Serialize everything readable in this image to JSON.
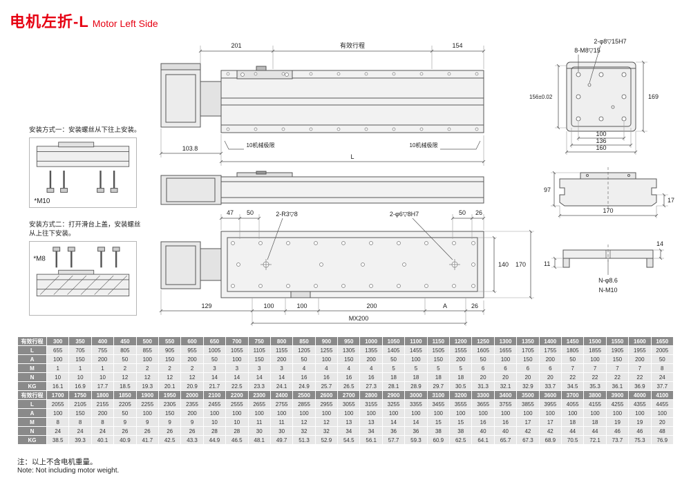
{
  "page": {
    "title_zh": "电机左折-L",
    "title_en": "Motor Left Side",
    "note_zh": "注：以上不含电机重量。",
    "note_en": "Note: Not including motor weight."
  },
  "colors": {
    "accent_red": "#e60012",
    "table_header_bg": "#8a8a8a",
    "table_cell_bg": "#e7e7e7"
  },
  "install": {
    "method1_text": "安装方式一：安装螺丝从下往上安装。",
    "method1_screw": "*M10",
    "method2_text": "安装方式二：打开滑台上盖，安装螺丝从上往下安装。",
    "method2_screw": "*M8"
  },
  "top_view": {
    "dim_201": "201",
    "dim_stroke": "有效行程",
    "dim_154": "154",
    "dim_103_8": "103.8",
    "mech_limit_left": "10机械极限",
    "mech_limit_right": "10机械极限",
    "dim_L": "L"
  },
  "plan_view": {
    "dim_47": "47",
    "dim_50_left": "50",
    "label_r3": "2-R3▽8",
    "label_phi6": "2-φ6▽8H7",
    "dim_50_right": "50",
    "dim_26_top": "26",
    "dim_140": "140",
    "dim_170": "170",
    "dim_129": "129",
    "dim_100_a": "100",
    "dim_100_b": "100",
    "dim_200": "200",
    "dim_A": "A",
    "dim_26_bottom": "26",
    "dim_mx200": "MX200"
  },
  "end_view": {
    "label_phi8": "2-φ8▽15H7",
    "label_m8": "8-M8▽15",
    "dim_156": "156±0.02",
    "dim_169": "169",
    "dim_100": "100",
    "dim_136": "136",
    "dim_160": "160"
  },
  "section_view": {
    "dim_97": "97",
    "dim_17": "17",
    "dim_170": "170"
  },
  "base_view": {
    "dim_14": "14",
    "dim_11": "11",
    "label_n86": "N-φ8.6",
    "label_nm10": "N-M10"
  },
  "table": {
    "blocks": [
      {
        "rows": [
          {
            "label": "有效行程",
            "header": true,
            "values": [
              "300",
              "350",
              "400",
              "450",
              "500",
              "550",
              "600",
              "650",
              "700",
              "750",
              "800",
              "850",
              "900",
              "950",
              "1000",
              "1050",
              "1100",
              "1150",
              "1200",
              "1250",
              "1300",
              "1350",
              "1400",
              "1450",
              "1500",
              "1550",
              "1600",
              "1650"
            ]
          },
          {
            "label": "L",
            "values": [
              "655",
              "705",
              "755",
              "805",
              "855",
              "905",
              "955",
              "1005",
              "1055",
              "1105",
              "1155",
              "1205",
              "1255",
              "1305",
              "1355",
              "1405",
              "1455",
              "1505",
              "1555",
              "1605",
              "1655",
              "1705",
              "1755",
              "1805",
              "1855",
              "1905",
              "1955",
              "2005"
            ]
          },
          {
            "label": "A",
            "values": [
              "100",
              "150",
              "200",
              "50",
              "100",
              "150",
              "200",
              "50",
              "100",
              "150",
              "200",
              "50",
              "100",
              "150",
              "200",
              "50",
              "100",
              "150",
              "200",
              "50",
              "100",
              "150",
              "200",
              "50",
              "100",
              "150",
              "200",
              "50"
            ]
          },
          {
            "label": "M",
            "values": [
              "1",
              "1",
              "1",
              "2",
              "2",
              "2",
              "2",
              "3",
              "3",
              "3",
              "3",
              "4",
              "4",
              "4",
              "4",
              "5",
              "5",
              "5",
              "5",
              "6",
              "6",
              "6",
              "6",
              "7",
              "7",
              "7",
              "7",
              "8"
            ]
          },
          {
            "label": "N",
            "values": [
              "10",
              "10",
              "10",
              "12",
              "12",
              "12",
              "12",
              "14",
              "14",
              "14",
              "14",
              "16",
              "16",
              "16",
              "16",
              "18",
              "18",
              "18",
              "18",
              "20",
              "20",
              "20",
              "20",
              "22",
              "22",
              "22",
              "22",
              "24"
            ]
          },
          {
            "label": "KG",
            "values": [
              "16.1",
              "16.9",
              "17.7",
              "18.5",
              "19.3",
              "20.1",
              "20.9",
              "21.7",
              "22.5",
              "23.3",
              "24.1",
              "24.9",
              "25.7",
              "26.5",
              "27.3",
              "28.1",
              "28.9",
              "29.7",
              "30.5",
              "31.3",
              "32.1",
              "32.9",
              "33.7",
              "34.5",
              "35.3",
              "36.1",
              "36.9",
              "37.7"
            ]
          }
        ]
      },
      {
        "rows": [
          {
            "label": "有效行程",
            "header": true,
            "values": [
              "1700",
              "1750",
              "1800",
              "1850",
              "1900",
              "1950",
              "2000",
              "2100",
              "2200",
              "2300",
              "2400",
              "2500",
              "2600",
              "2700",
              "2800",
              "2900",
              "3000",
              "3100",
              "3200",
              "3300",
              "3400",
              "3500",
              "3600",
              "3700",
              "3800",
              "3900",
              "4000",
              "4100"
            ]
          },
          {
            "label": "L",
            "values": [
              "2055",
              "2105",
              "2155",
              "2205",
              "2255",
              "2305",
              "2355",
              "2455",
              "2555",
              "2655",
              "2755",
              "2855",
              "2955",
              "3055",
              "3155",
              "3255",
              "3355",
              "3455",
              "3555",
              "3655",
              "3755",
              "3855",
              "3955",
              "4055",
              "4155",
              "4255",
              "4355",
              "4455"
            ]
          },
          {
            "label": "A",
            "values": [
              "100",
              "150",
              "200",
              "50",
              "100",
              "150",
              "200",
              "100",
              "100",
              "100",
              "100",
              "100",
              "100",
              "100",
              "100",
              "100",
              "100",
              "100",
              "100",
              "100",
              "100",
              "100",
              "100",
              "100",
              "100",
              "100",
              "100",
              "100"
            ]
          },
          {
            "label": "M",
            "values": [
              "8",
              "8",
              "8",
              "9",
              "9",
              "9",
              "9",
              "10",
              "10",
              "11",
              "11",
              "12",
              "12",
              "13",
              "13",
              "14",
              "14",
              "15",
              "15",
              "16",
              "16",
              "17",
              "17",
              "18",
              "18",
              "19",
              "19",
              "20"
            ]
          },
          {
            "label": "N",
            "values": [
              "24",
              "24",
              "24",
              "26",
              "26",
              "26",
              "26",
              "28",
              "28",
              "30",
              "30",
              "32",
              "32",
              "34",
              "34",
              "36",
              "36",
              "38",
              "38",
              "40",
              "40",
              "42",
              "42",
              "44",
              "44",
              "46",
              "46",
              "48"
            ]
          },
          {
            "label": "KG",
            "values": [
              "38.5",
              "39.3",
              "40.1",
              "40.9",
              "41.7",
              "42.5",
              "43.3",
              "44.9",
              "46.5",
              "48.1",
              "49.7",
              "51.3",
              "52.9",
              "54.5",
              "56.1",
              "57.7",
              "59.3",
              "60.9",
              "62.5",
              "64.1",
              "65.7",
              "67.3",
              "68.9",
              "70.5",
              "72.1",
              "73.7",
              "75.3",
              "76.9"
            ]
          }
        ]
      }
    ]
  }
}
